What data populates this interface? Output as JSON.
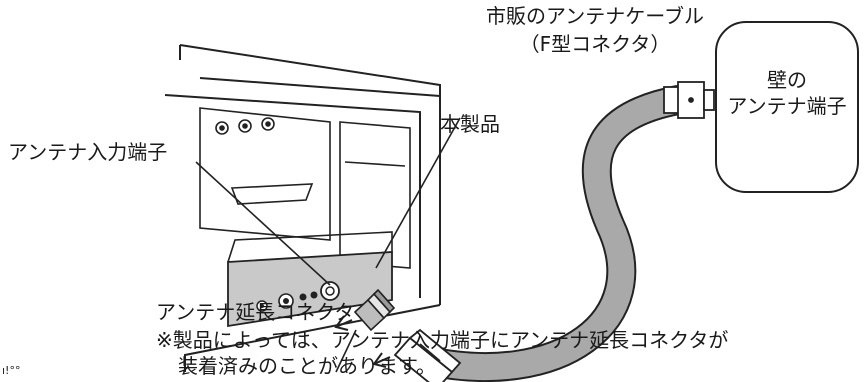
{
  "labels": {
    "cable_line1": "市販のアンテナケーブル",
    "cable_line2": "（F型コネクタ）",
    "wall_line1": "壁の",
    "wall_line2": "アンテナ端子",
    "product": "本製品",
    "antenna_input": "アンテナ入力端子",
    "extension_connector": "アンテナ延長コネクタ",
    "note_line1": "※製品によっては、アンテナ入力端子にアンテナ延長コネクタが",
    "note_line2": "装着済みのことがあります。"
  },
  "corner_mark": "ı!°°"
}
